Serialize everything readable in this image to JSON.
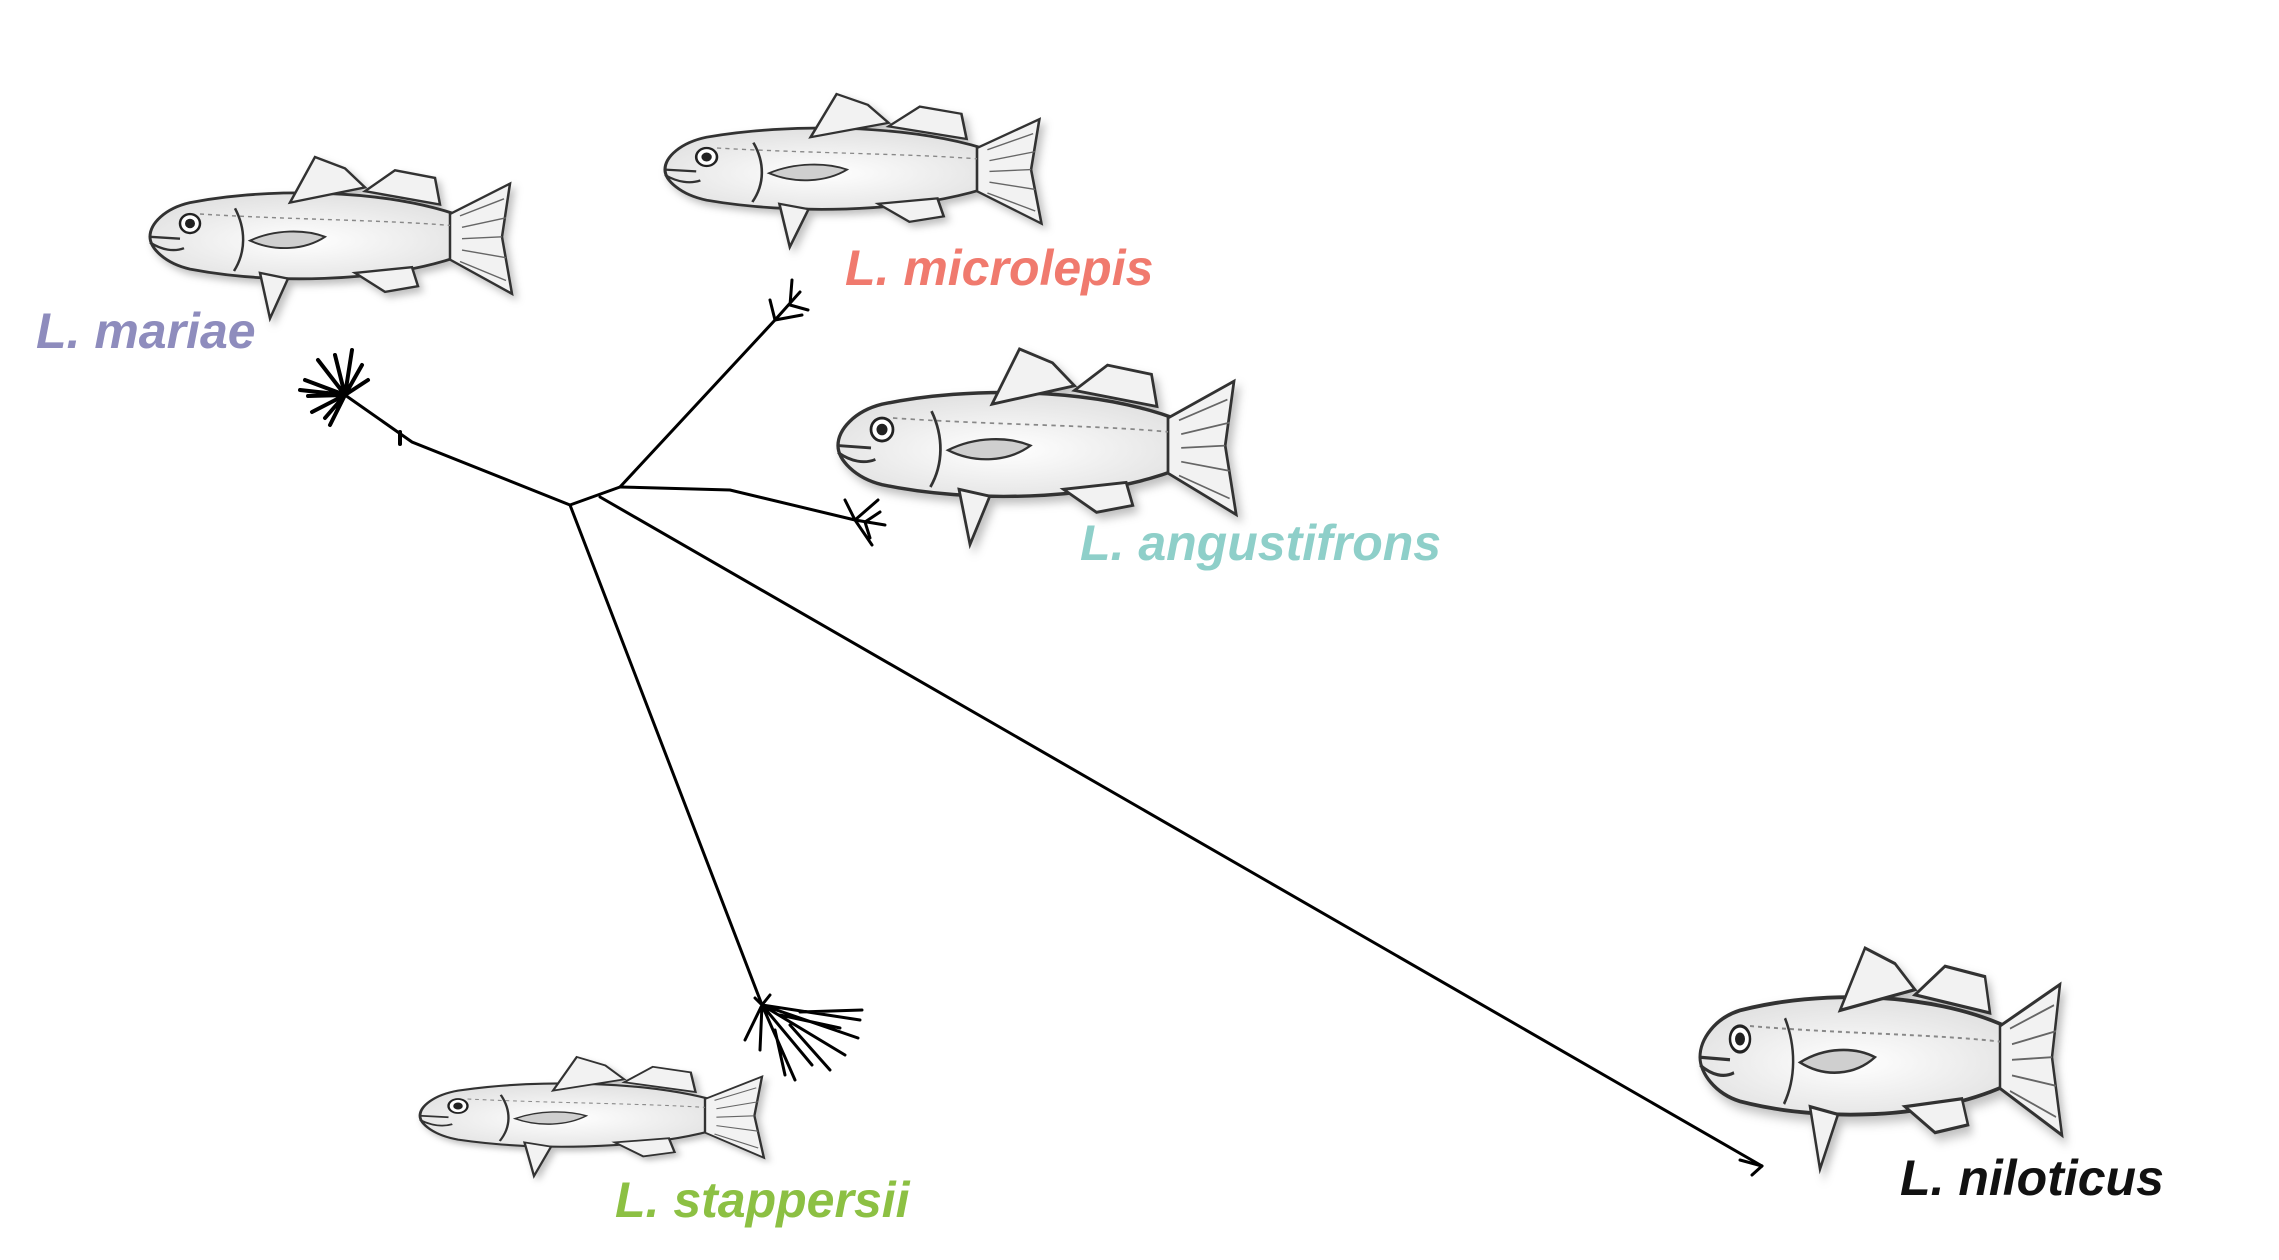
{
  "taxa": [
    {
      "id": "mariae",
      "label": "L. mariae",
      "color": "#8e8cbd"
    },
    {
      "id": "microlepis",
      "label": "L. microlepis",
      "color": "#f07a6e"
    },
    {
      "id": "angustifrons",
      "label": "L. angustifrons",
      "color": "#8ecfc9"
    },
    {
      "id": "stappersii",
      "label": "L. stappersii",
      "color": "#8cc043"
    },
    {
      "id": "niloticus",
      "label": "L. niloticus",
      "color": "#111111"
    }
  ]
}
